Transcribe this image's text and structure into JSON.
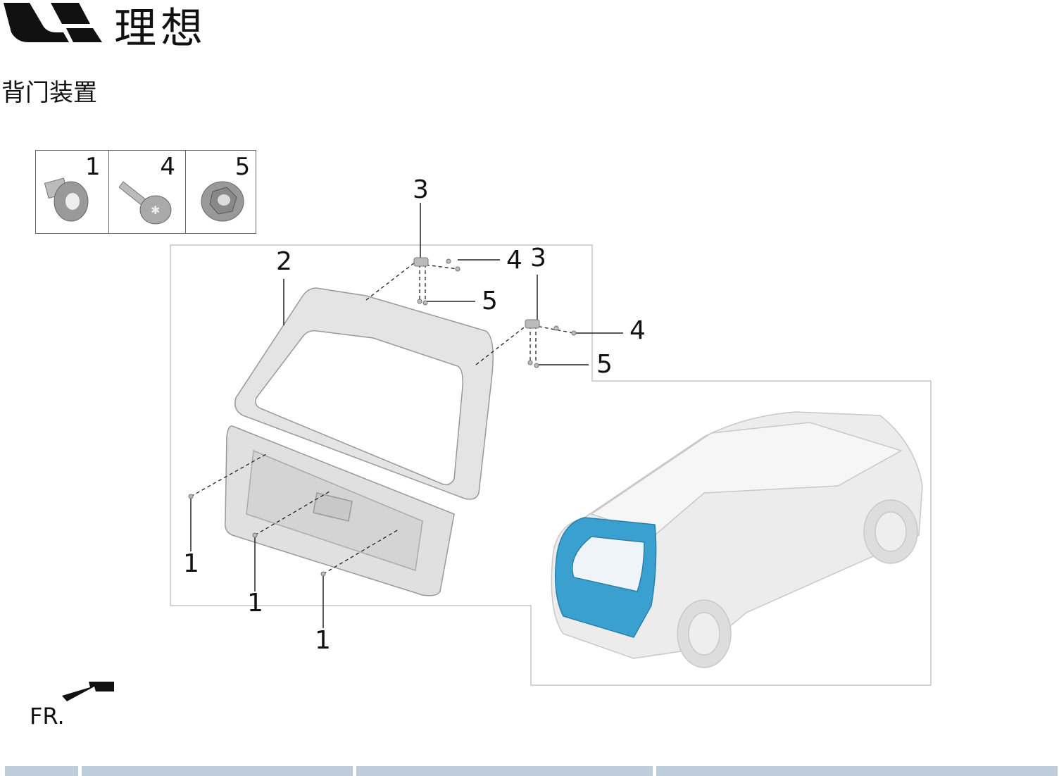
{
  "header": {
    "brand_name": "理想",
    "page_title": "背门装置"
  },
  "legend": [
    {
      "number": "1",
      "part_icon": "flange-bolt-icon"
    },
    {
      "number": "4",
      "part_icon": "torx-bolt-icon"
    },
    {
      "number": "5",
      "part_icon": "flange-nut-icon"
    }
  ],
  "callouts": {
    "hinge_left": "3",
    "tailgate": "2",
    "hinge_left_bolt": "4",
    "hinge_left_nut": "5",
    "hinge_right": "3",
    "hinge_right_bolt": "4",
    "hinge_right_nut": "5",
    "bolt_a": "1",
    "bolt_b": "1",
    "bolt_c": "1"
  },
  "orientation": {
    "label": "FR."
  },
  "colors": {
    "highlight": "#3aa0d0",
    "footer": "#bfcddb",
    "part_grey": "#e2e2e2"
  }
}
